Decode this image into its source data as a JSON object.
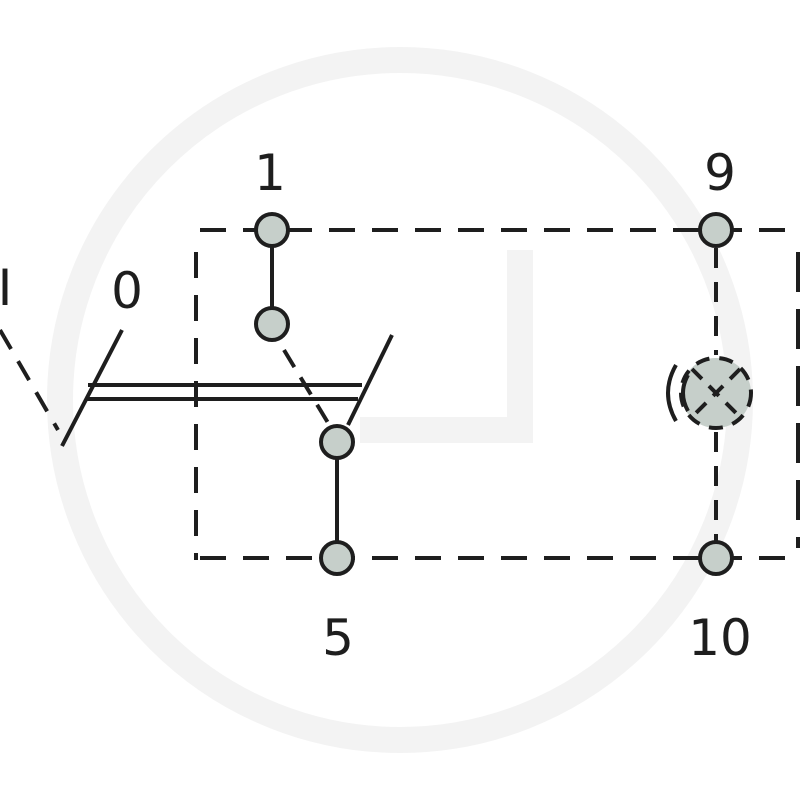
{
  "diagram": {
    "labels": {
      "switch_on": "I",
      "switch_off": "0",
      "terminal_1": "1",
      "terminal_5": "5",
      "terminal_9": "9",
      "terminal_10": "10"
    },
    "colors": {
      "line": "#1e1e1e",
      "terminal_fill": "#c6cfca",
      "lamp_fill": "#c6cfca",
      "watermark": "#f4f4f4"
    },
    "icons": {
      "terminal": "circle-terminal-icon",
      "lamp": "lamp-icon",
      "watermark": "logo-watermark-icon"
    }
  }
}
